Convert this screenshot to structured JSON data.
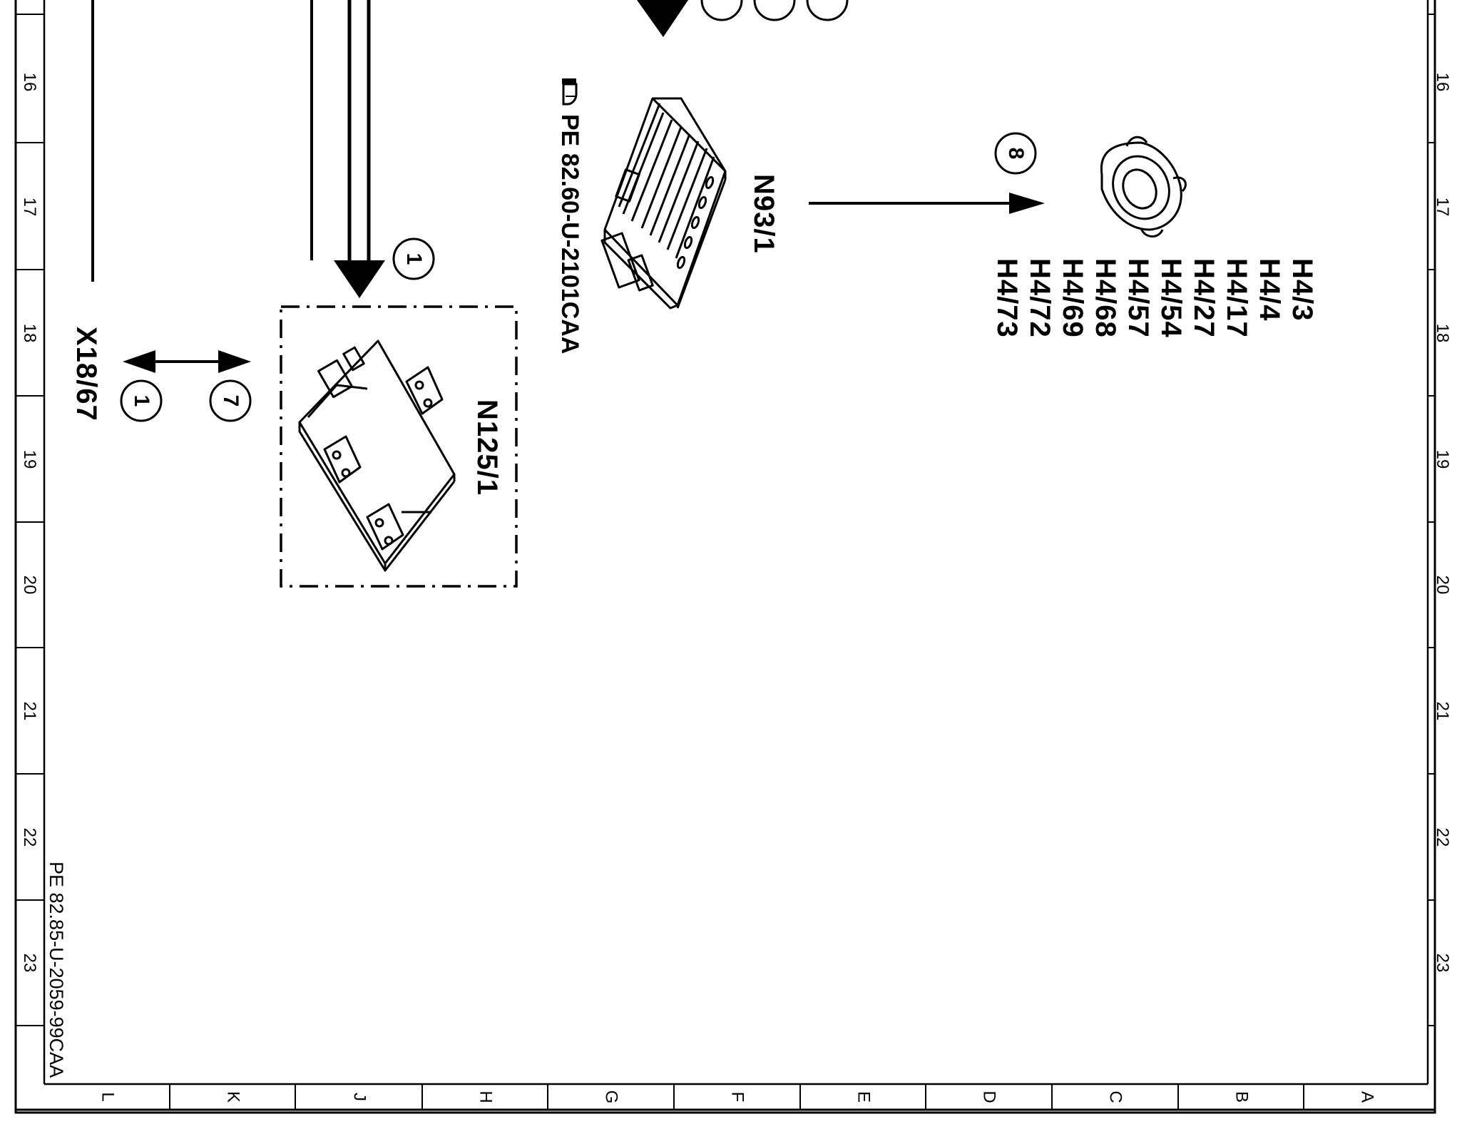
{
  "rulers": {
    "row_numbers": [
      "16",
      "17",
      "18",
      "19",
      "20",
      "21",
      "22",
      "23"
    ],
    "column_letters": [
      "L",
      "K",
      "J",
      "H",
      "G",
      "F",
      "E",
      "D",
      "C",
      "B",
      "A"
    ]
  },
  "components": {
    "connector": {
      "label": "X18/67",
      "callouts": [
        "1",
        "7"
      ]
    },
    "module_n125": {
      "label": "N125/1",
      "callout": "1"
    },
    "module_n93": {
      "label": "N93/1",
      "reference": "PE 82.60-U-2101CAA"
    },
    "speaker": {
      "callout": "8",
      "labels": [
        "H4/3",
        "H4/4",
        "H4/17",
        "H4/27",
        "H4/54",
        "H4/57",
        "H4/68",
        "H4/69",
        "H4/72",
        "H4/73"
      ]
    }
  },
  "document_code": "PE 82.85-U-2059-99CAA"
}
